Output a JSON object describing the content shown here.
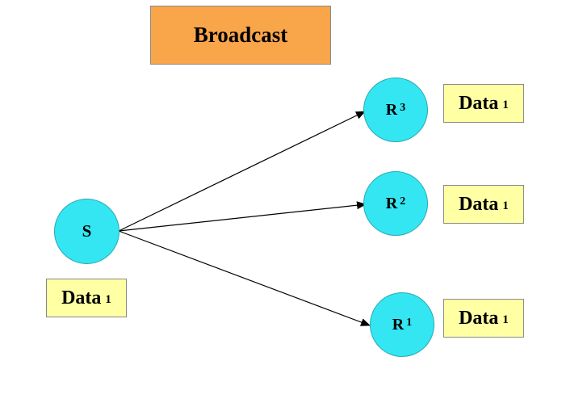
{
  "title": "Broadcast",
  "sender": {
    "label": "S",
    "data": {
      "main": "Data",
      "sub": "1"
    }
  },
  "receivers": [
    {
      "main": "R",
      "sub": "3",
      "data": {
        "main": "Data",
        "sub": "1"
      }
    },
    {
      "main": "R",
      "sub": "2",
      "data": {
        "main": "Data",
        "sub": "1"
      }
    },
    {
      "main": "R",
      "sub": "1",
      "data": {
        "main": "Data",
        "sub": "1"
      }
    }
  ],
  "colors": {
    "title_fill": "#f9a54a",
    "node_fill": "#33e6f2",
    "data_fill": "#ffffa3",
    "arrow": "#000000"
  }
}
